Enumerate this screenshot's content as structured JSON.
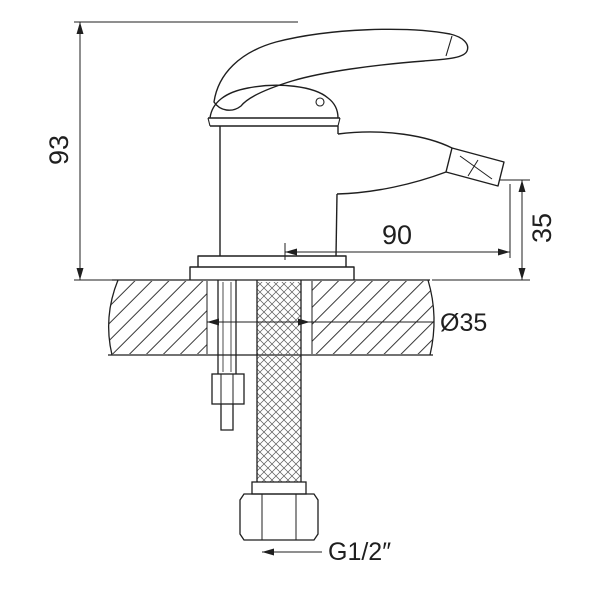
{
  "drawing": {
    "background": "#ffffff",
    "line_color": "#1f1f1f",
    "hatch_color": "#3b3b3b",
    "labels": {
      "overall_height": "93",
      "spout_reach": "90",
      "spout_height": "35",
      "hole_diameter": "Ø35",
      "connection_thread": "G1/2″"
    }
  }
}
